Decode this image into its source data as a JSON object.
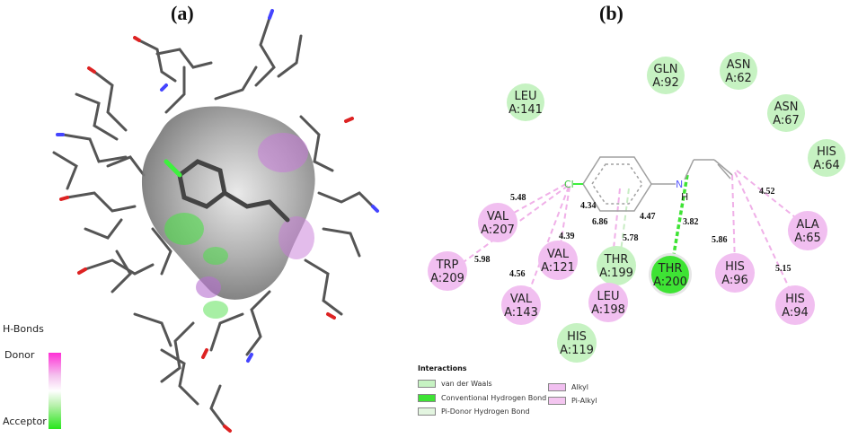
{
  "panels": {
    "a": "(a)",
    "b": "(b)"
  },
  "hbond_scale": {
    "title": "H-Bonds",
    "donor": "Donor",
    "acceptor": "Acceptor"
  },
  "colors": {
    "van_der_waals": "#c6f2c2",
    "conventional_hbond": "#3ee334",
    "pi_donor_hbond": "#e3f5e0",
    "alkyl": "#f1bff0",
    "pi_alkyl": "#f4c6f0",
    "chlorine": "#3ef03e",
    "nitrogen": "#5a5aff"
  },
  "ligand": {
    "cl": "Cl",
    "n": "N",
    "h": "H"
  },
  "residues": [
    {
      "name": "LEU",
      "num": "A:141",
      "type": "vdw"
    },
    {
      "name": "GLN",
      "num": "A:92",
      "type": "vdw"
    },
    {
      "name": "ASN",
      "num": "A:62",
      "type": "vdw"
    },
    {
      "name": "ASN",
      "num": "A:67",
      "type": "vdw"
    },
    {
      "name": "HIS",
      "num": "A:64",
      "type": "vdw"
    },
    {
      "name": "VAL",
      "num": "A:207",
      "type": "alkyl"
    },
    {
      "name": "TRP",
      "num": "A:209",
      "type": "alkyl"
    },
    {
      "name": "VAL",
      "num": "A:121",
      "type": "alkyl"
    },
    {
      "name": "VAL",
      "num": "A:143",
      "type": "alkyl"
    },
    {
      "name": "THR",
      "num": "A:199",
      "type": "vdw"
    },
    {
      "name": "LEU",
      "num": "A:198",
      "type": "alkyl"
    },
    {
      "name": "THR",
      "num": "A:200",
      "type": "hbond"
    },
    {
      "name": "HIS",
      "num": "A:96",
      "type": "alkyl"
    },
    {
      "name": "ALA",
      "num": "A:65",
      "type": "alkyl"
    },
    {
      "name": "HIS",
      "num": "A:94",
      "type": "alkyl"
    },
    {
      "name": "HIS",
      "num": "A:119",
      "type": "vdw"
    }
  ],
  "distances": [
    "5.48",
    "4.34",
    "6.86",
    "4.47",
    "3.82",
    "4.52",
    "4.39",
    "5.78",
    "5.86",
    "5.98",
    "4.56",
    "5.15"
  ],
  "legend": {
    "title": "Interactions",
    "items": [
      "van der Waals",
      "Conventional Hydrogen Bond",
      "Pi-Donor Hydrogen Bond",
      "Alkyl",
      "Pi-Alkyl"
    ]
  }
}
